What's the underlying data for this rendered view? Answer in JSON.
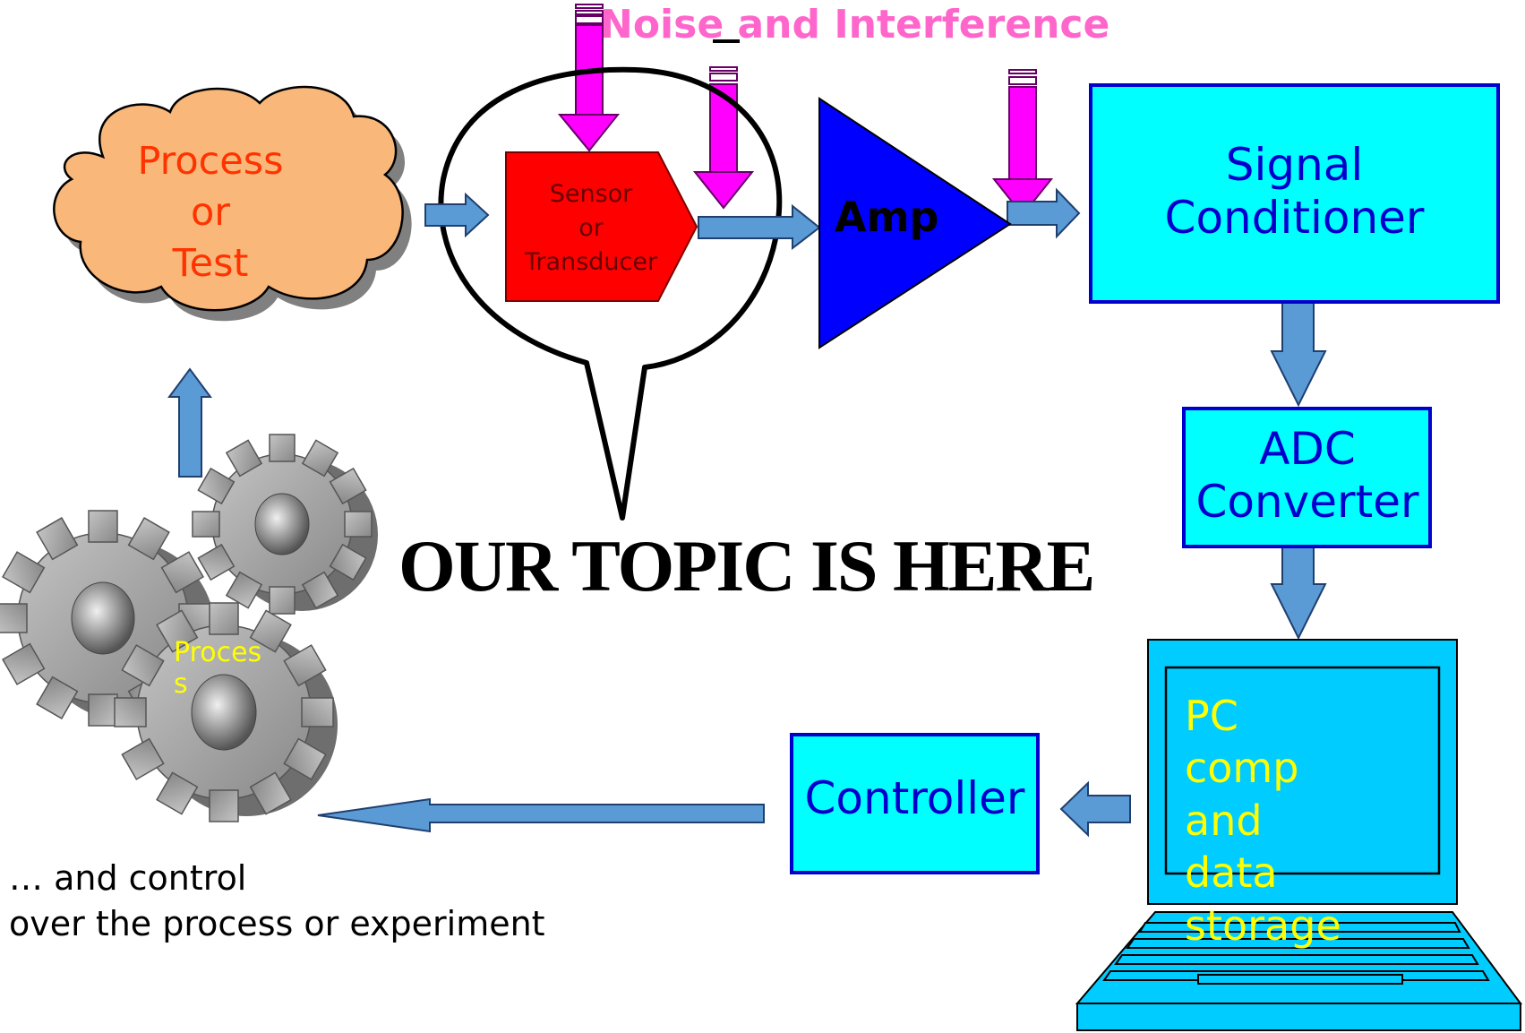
{
  "labels": {
    "noise_title": "Noise and Interference",
    "process_cloud": [
      "Process",
      "or",
      "Test"
    ],
    "sensor": [
      "Sensor",
      "or",
      "Transducer"
    ],
    "amp": "Amp",
    "signal_conditioner": [
      "Signal",
      "Conditioner"
    ],
    "adc_converter": [
      "ADC",
      "Converter"
    ],
    "topic": "OUR TOPIC IS HERE",
    "process_gear": "Process",
    "pc": [
      "PC comp",
      "and data",
      "storage"
    ],
    "controller": "Controller",
    "footer_note": [
      "… and control",
      "over the process or experiment"
    ]
  },
  "colors": {
    "cloud_fill": "#f9b77a",
    "cloud_text": "#ff3300",
    "sensor_fill": "#ff0000",
    "sensor_text": "#660000",
    "amp_fill": "#0000ff",
    "box_fill": "#00ffff",
    "box_border": "#0000cc",
    "box_text": "#0000cc",
    "pc_fill": "#00ccff",
    "pc_text": "#ffff00",
    "gear_text": "#ffff00",
    "flow_arrow": "#5b9bd5",
    "noise_arrow": "#ff00ff",
    "noise_title": "#ff66cc",
    "topic_text": "#000000",
    "gear_fill": "#999999"
  },
  "icons": {
    "process_cloud": "cloud-icon",
    "sensor": "pentagon-arrow-icon",
    "amp": "triangle-amplifier-icon",
    "computer": "laptop-icon",
    "gears": "gears-icon"
  }
}
